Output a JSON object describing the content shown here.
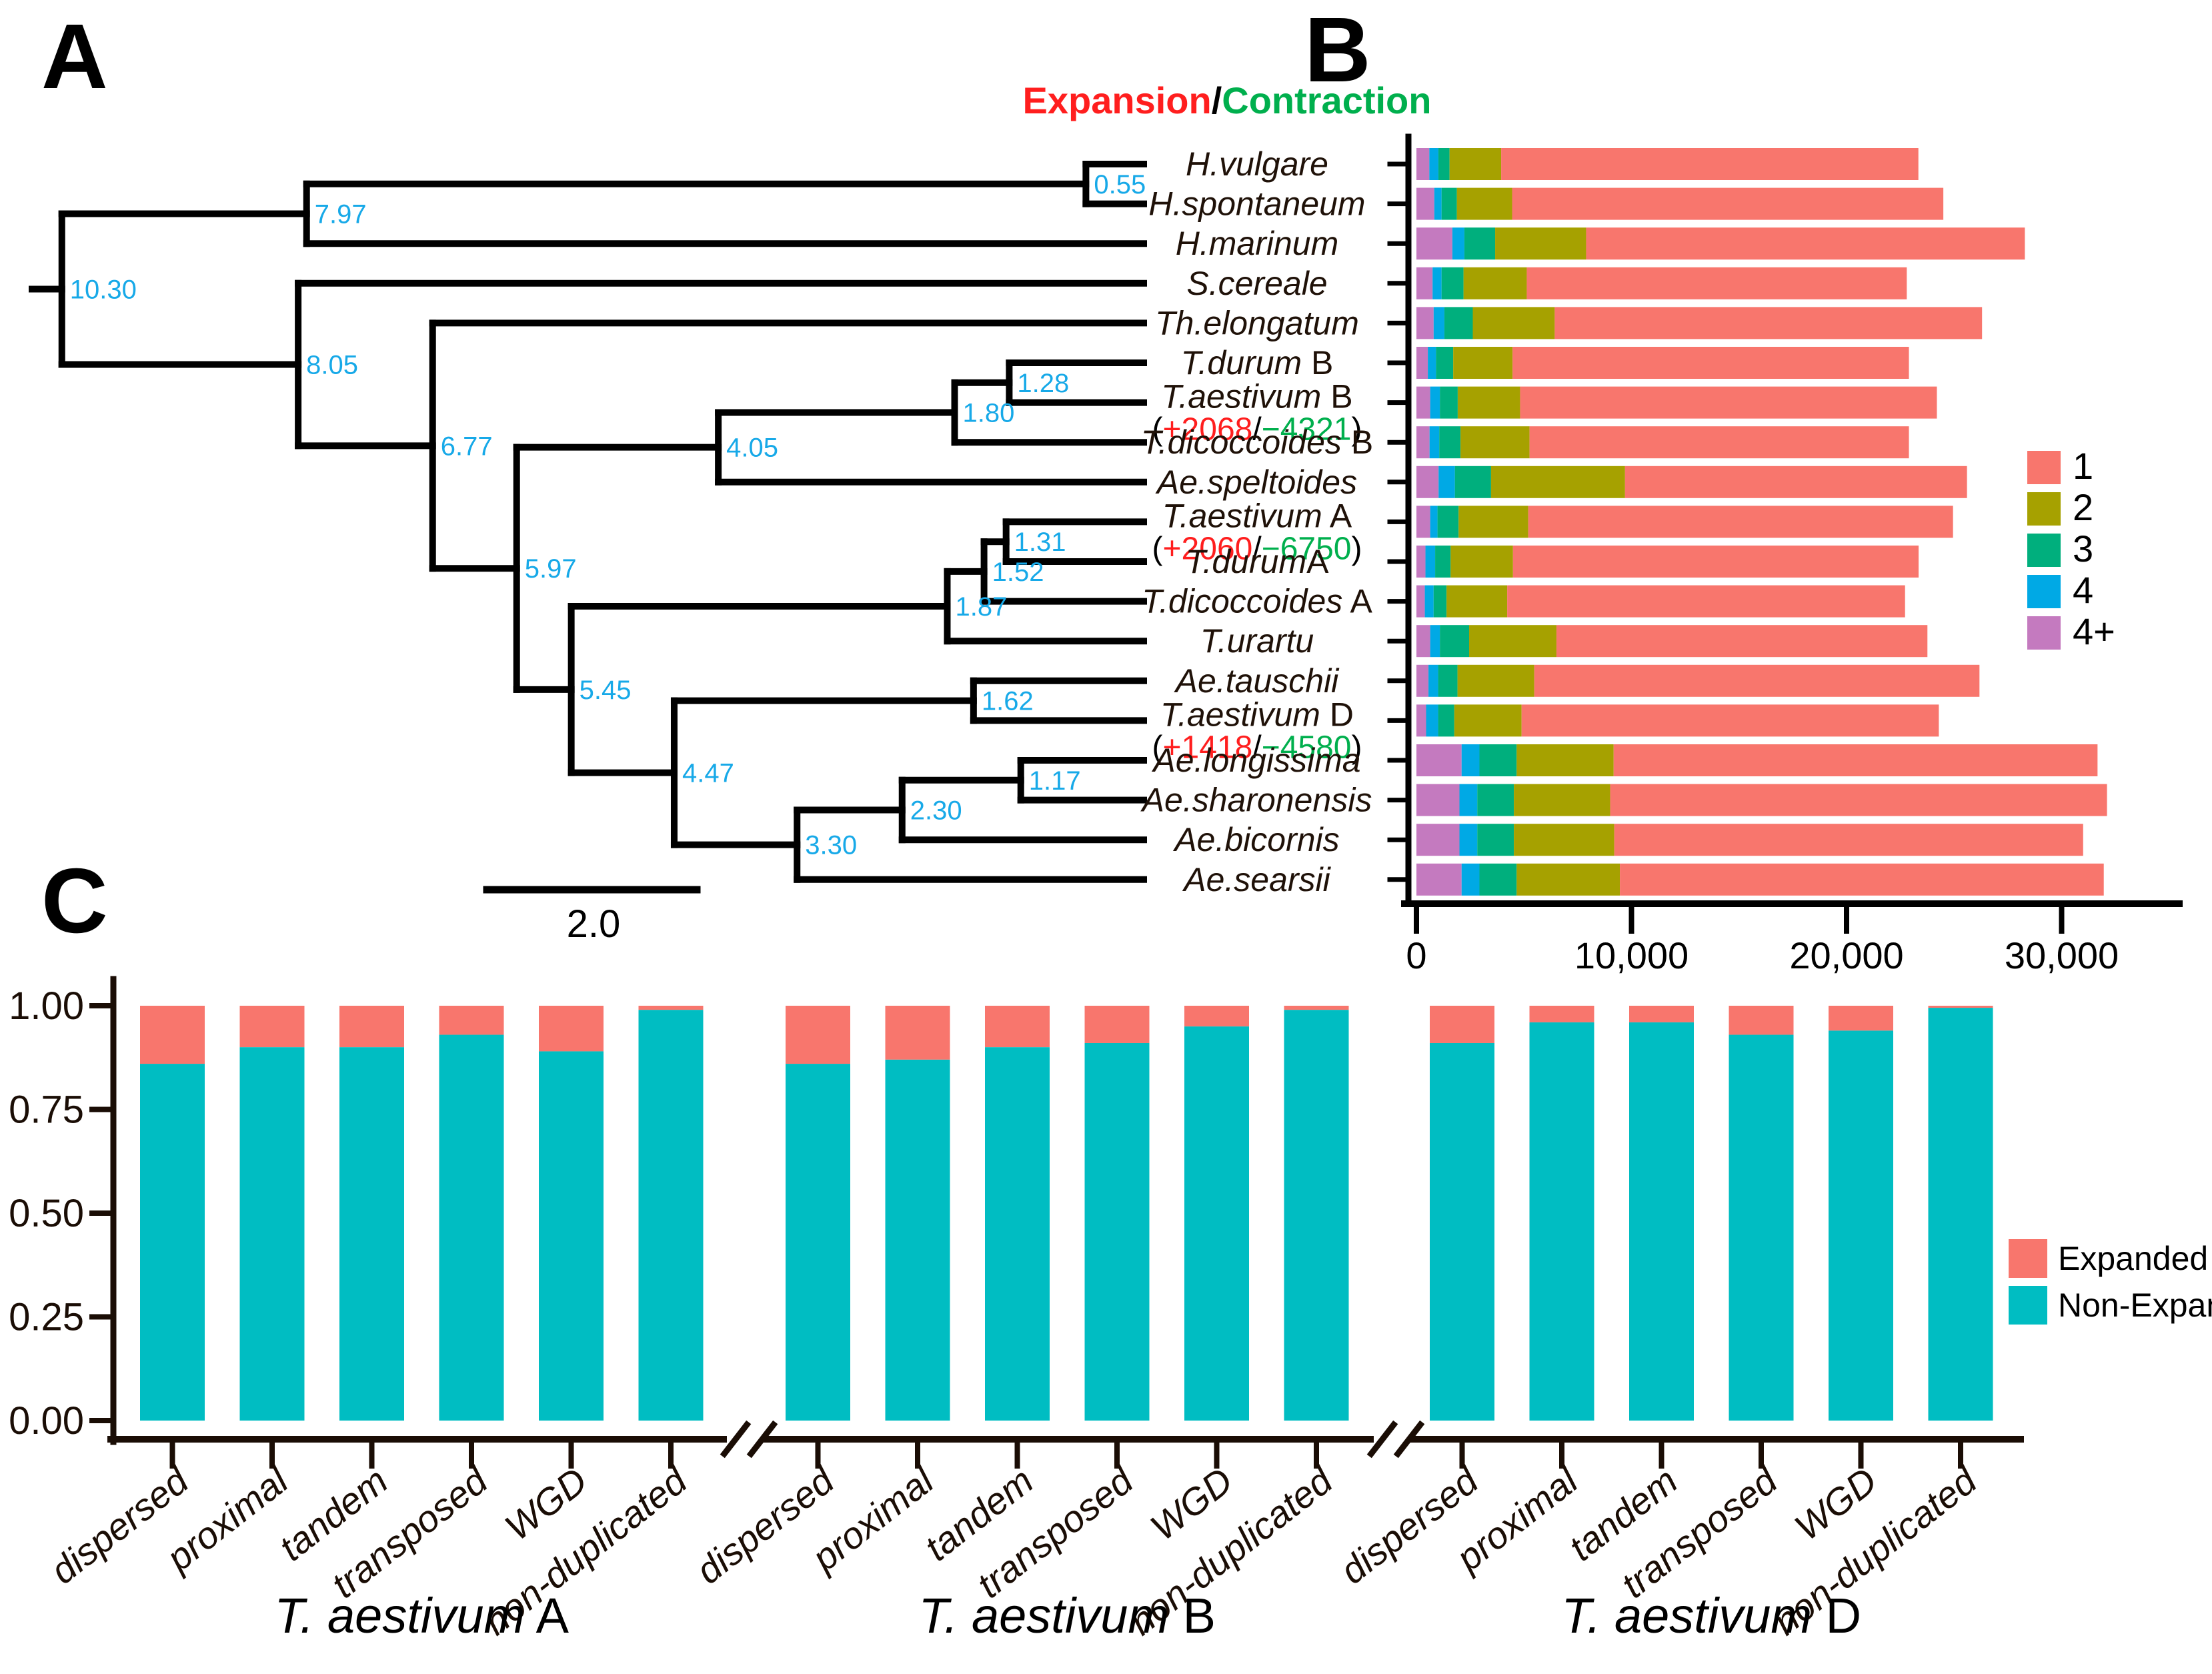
{
  "panels": {
    "a_label": "A",
    "b_label": "B",
    "c_label": "C"
  },
  "colors": {
    "branch": "#000000",
    "node_label": "#17A9E8",
    "species_text": "#1F1108",
    "expansion_red": "#FF1E1E",
    "contraction_green": "#00AF4D",
    "axis_dark": "#1A0D05",
    "copy1": "#F8766D",
    "copy2": "#A6A100",
    "copy3": "#00AF7D",
    "copy4": "#00A9E5",
    "copy4plus": "#C47ABF",
    "expanded": "#F8766D",
    "non_expanded": "#00BDC2"
  },
  "panel_a": {
    "title_expansion": "Expansion",
    "title_slash": "/",
    "title_contraction": "Contraction",
    "scale_bar_label": "2.0",
    "species": [
      {
        "it": "H.vulgare",
        "rm": ""
      },
      {
        "it": "H.spontaneum",
        "rm": ""
      },
      {
        "it": "H.marinum",
        "rm": ""
      },
      {
        "it": "S.cereale",
        "rm": ""
      },
      {
        "it": "Th.elongatum",
        "rm": ""
      },
      {
        "it": "T.durum",
        "rm": " B"
      },
      {
        "it": "T.aestivum",
        "rm": " B",
        "ann_plus": "+2068",
        "ann_minus": "−4321"
      },
      {
        "it": "T.dicoccoides",
        "rm": " B"
      },
      {
        "it": "Ae.speltoides",
        "rm": ""
      },
      {
        "it": "T.aestivum",
        "rm": " A",
        "ann_plus": "+2060",
        "ann_minus": "−6750"
      },
      {
        "it": "T.durum",
        "rm": "A"
      },
      {
        "it": "T.dicoccoides",
        "rm": " A"
      },
      {
        "it": "T.urartu",
        "rm": ""
      },
      {
        "it": "Ae.tauschii",
        "rm": ""
      },
      {
        "it": "T.aestivum",
        "rm": " D",
        "ann_plus": "+1418",
        "ann_minus": "−4580"
      },
      {
        "it": "Ae.longissima",
        "rm": ""
      },
      {
        "it": "Ae.sharonensis",
        "rm": ""
      },
      {
        "it": "Ae.bicornis",
        "rm": ""
      },
      {
        "it": "Ae.searsii",
        "rm": ""
      }
    ],
    "tree": {
      "label": "10.30",
      "age": 10.3,
      "children": [
        {
          "label": "7.97",
          "age": 7.97,
          "children": [
            {
              "label": "0.55",
              "age": 0.55,
              "children": [
                {
                  "leaf": 0
                },
                {
                  "leaf": 1
                }
              ]
            },
            {
              "leaf": 2
            }
          ]
        },
        {
          "label": "8.05",
          "age": 8.05,
          "children": [
            {
              "leaf": 3
            },
            {
              "label": "6.77",
              "age": 6.77,
              "children": [
                {
                  "leaf": 4
                },
                {
                  "label": "5.97",
                  "age": 5.97,
                  "children": [
                    {
                      "label": "4.05",
                      "age": 4.05,
                      "children": [
                        {
                          "label": "1.80",
                          "age": 1.8,
                          "children": [
                            {
                              "label": "1.28",
                              "age": 1.28,
                              "children": [
                                {
                                  "leaf": 5
                                },
                                {
                                  "leaf": 6
                                }
                              ]
                            },
                            {
                              "leaf": 7
                            }
                          ]
                        },
                        {
                          "leaf": 8
                        }
                      ]
                    },
                    {
                      "label": "5.45",
                      "age": 5.45,
                      "children": [
                        {
                          "label": "1.87",
                          "age": 1.87,
                          "children": [
                            {
                              "label": "1.52",
                              "age": 1.52,
                              "children": [
                                {
                                  "label": "1.31",
                                  "age": 1.31,
                                  "children": [
                                    {
                                      "leaf": 9
                                    },
                                    {
                                      "leaf": 10
                                    }
                                  ]
                                },
                                {
                                  "leaf": 11
                                }
                              ]
                            },
                            {
                              "leaf": 12
                            }
                          ]
                        },
                        {
                          "label": "4.47",
                          "age": 4.47,
                          "children": [
                            {
                              "label": "1.62",
                              "age": 1.62,
                              "children": [
                                {
                                  "leaf": 13
                                },
                                {
                                  "leaf": 14
                                }
                              ]
                            },
                            {
                              "label": "3.30",
                              "age": 3.3,
                              "children": [
                                {
                                  "label": "2.30",
                                  "age": 2.3,
                                  "children": [
                                    {
                                      "label": "1.17",
                                      "age": 1.17,
                                      "children": [
                                        {
                                          "leaf": 15
                                        },
                                        {
                                          "leaf": 16
                                        }
                                      ]
                                    },
                                    {
                                      "leaf": 17
                                    }
                                  ]
                                },
                                {
                                  "leaf": 18
                                }
                              ]
                            }
                          ]
                        }
                      ]
                    }
                  ]
                }
              ]
            }
          ]
        }
      ]
    }
  },
  "chart_data": [
    {
      "id": "gene-copy-number-per-species",
      "type": "bar",
      "orientation": "horizontal",
      "stacked": true,
      "legend_labels": [
        "1",
        "2",
        "3",
        "4",
        "4+"
      ],
      "x_axis": {
        "tick_values": [
          0,
          10000,
          20000,
          30000
        ],
        "tick_labels": [
          "0",
          "10,000",
          "20,000",
          "30,000"
        ],
        "xlim": [
          0,
          35000
        ]
      },
      "series_order_drawn": [
        "4+",
        "4",
        "3",
        "2",
        "1"
      ],
      "rows": [
        {
          "species": "H.vulgare",
          "values": {
            "1": 19400,
            "2": 2400,
            "3": 520,
            "4": 420,
            "4+": 600
          }
        },
        {
          "species": "H.spontaneum",
          "values": {
            "1": 20050,
            "2": 2570,
            "3": 710,
            "4": 340,
            "4+": 830
          }
        },
        {
          "species": "H.marinum",
          "values": {
            "1": 20400,
            "2": 4230,
            "3": 1430,
            "4": 560,
            "4+": 1670
          }
        },
        {
          "species": "S.cereale",
          "values": {
            "1": 17670,
            "2": 2940,
            "3": 1020,
            "4": 420,
            "4+": 750
          }
        },
        {
          "species": "Th.elongatum",
          "values": {
            "1": 19870,
            "2": 3810,
            "3": 1320,
            "4": 500,
            "4+": 800
          }
        },
        {
          "species": "T.durum B",
          "values": {
            "1": 18430,
            "2": 2760,
            "3": 800,
            "4": 380,
            "4+": 530
          }
        },
        {
          "species": "T.aestivum B",
          "values": {
            "1": 19380,
            "2": 2900,
            "3": 830,
            "4": 450,
            "4+": 640
          }
        },
        {
          "species": "T.dicoccoides B",
          "values": {
            "1": 17640,
            "2": 3210,
            "3": 990,
            "4": 450,
            "4+": 610
          }
        },
        {
          "species": "Ae.speltoides",
          "values": {
            "1": 15900,
            "2": 6230,
            "3": 1680,
            "4": 760,
            "4+": 1030
          }
        },
        {
          "species": "T.aestivum A",
          "values": {
            "1": 19750,
            "2": 3240,
            "3": 980,
            "4": 340,
            "4+": 640
          }
        },
        {
          "species": "T.durumA",
          "values": {
            "1": 18860,
            "2": 2900,
            "3": 720,
            "4": 450,
            "4+": 420
          }
        },
        {
          "species": "T.dicoccoides A",
          "values": {
            "1": 18500,
            "2": 2820,
            "3": 600,
            "4": 410,
            "4+": 390
          }
        },
        {
          "species": "T.urartu",
          "values": {
            "1": 17250,
            "2": 4060,
            "3": 1360,
            "4": 450,
            "4+": 640
          }
        },
        {
          "species": "Ae.tauschii",
          "values": {
            "1": 20700,
            "2": 3570,
            "3": 900,
            "4": 450,
            "4+": 560
          }
        },
        {
          "species": "T.aestivum D",
          "values": {
            "1": 19400,
            "2": 3130,
            "3": 750,
            "4": 560,
            "4+": 450
          }
        },
        {
          "species": "Ae.longissima",
          "values": {
            "1": 22500,
            "2": 4510,
            "3": 1730,
            "4": 830,
            "4+": 2100
          }
        },
        {
          "species": "Ae.sharonensis",
          "values": {
            "1": 23100,
            "2": 4480,
            "3": 1700,
            "4": 830,
            "4+": 2000
          }
        },
        {
          "species": "Ae.bicornis",
          "values": {
            "1": 21800,
            "2": 4670,
            "3": 1700,
            "4": 830,
            "4+": 2000
          }
        },
        {
          "species": "Ae.searsii",
          "values": {
            "1": 22500,
            "2": 4800,
            "3": 1730,
            "4": 830,
            "4+": 2100
          }
        }
      ]
    },
    {
      "id": "expanded-vs-nonexpanded-by-duplication-class",
      "type": "bar",
      "orientation": "vertical",
      "stacked": true,
      "ylim": [
        0,
        1
      ],
      "y_ticks": [
        "0.00",
        "0.25",
        "0.50",
        "0.75",
        "1.00"
      ],
      "y_tick_values": [
        0,
        0.25,
        0.5,
        0.75,
        1.0
      ],
      "categories": [
        "dispersed",
        "proximal",
        "tandem",
        "transposed",
        "WGD",
        "non-duplicated"
      ],
      "legend": [
        {
          "label": "Expanded"
        },
        {
          "label": "Non-Expanded"
        }
      ],
      "groups": [
        {
          "name_it": "T. aestivum",
          "name_rm": " A",
          "non_expanded": [
            0.86,
            0.9,
            0.9,
            0.93,
            0.89,
            0.99
          ]
        },
        {
          "name_it": "T. aestivum",
          "name_rm": " B",
          "non_expanded": [
            0.86,
            0.87,
            0.9,
            0.91,
            0.95,
            0.99
          ]
        },
        {
          "name_it": "T. aestivum",
          "name_rm": " D",
          "non_expanded": [
            0.91,
            0.96,
            0.96,
            0.93,
            0.94,
            0.995
          ]
        }
      ]
    }
  ]
}
